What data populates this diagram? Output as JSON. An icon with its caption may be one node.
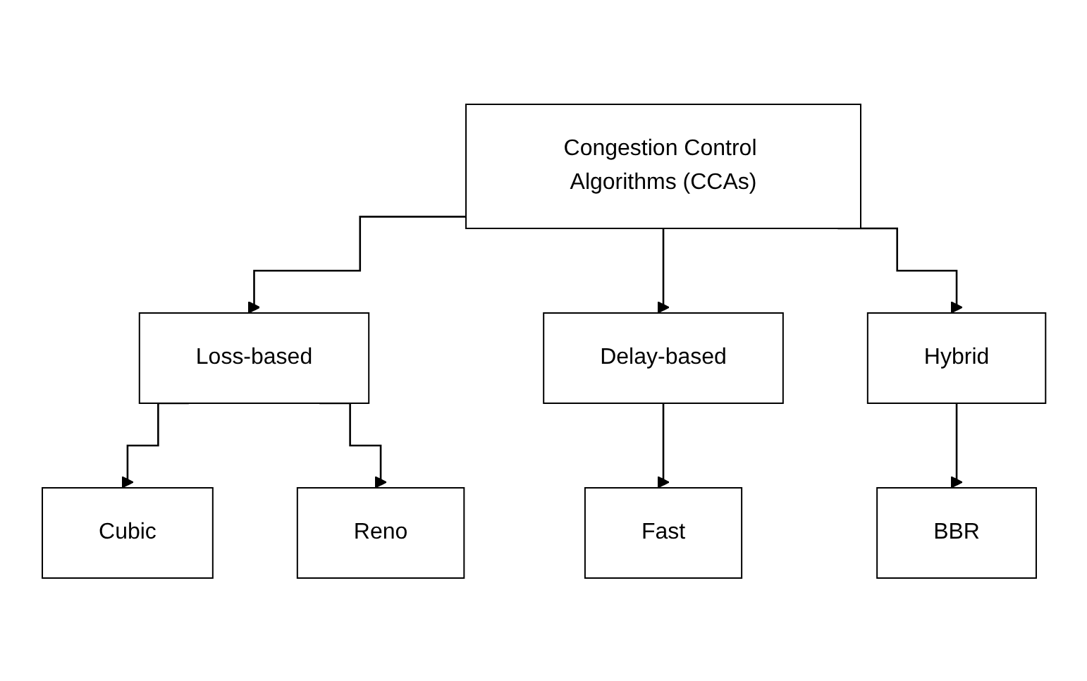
{
  "diagram": {
    "nodes": [
      {
        "text": [
          "Congestion Control Algorithms (CCAs)"
        ]
      },
      {
        "text": [
          "Loss-based"
        ]
      },
      {
        "text": [
          "Delay-based"
        ]
      },
      {
        "text": [
          "Hybrid"
        ]
      },
      {
        "text": [
          "Cubic"
        ]
      },
      {
        "text": [
          "Reno"
        ]
      },
      {
        "text": [
          "Fast"
        ]
      },
      {
        "text": [
          "BBR"
        ]
      }
    ],
    "edges": [
      {
        "from": 0,
        "to": 1,
        "arrow": "to"
      },
      {
        "from": 0,
        "to": 2,
        "arrow": "to"
      },
      {
        "from": 0,
        "to": 3,
        "arrow": "to"
      },
      {
        "from": 1,
        "to": 4,
        "arrow": "to"
      },
      {
        "from": 1,
        "to": 5,
        "arrow": "to"
      },
      {
        "from": 2,
        "to": 6,
        "arrow": "to"
      },
      {
        "from": 3,
        "to": 7,
        "arrow": "to"
      }
    ]
  }
}
